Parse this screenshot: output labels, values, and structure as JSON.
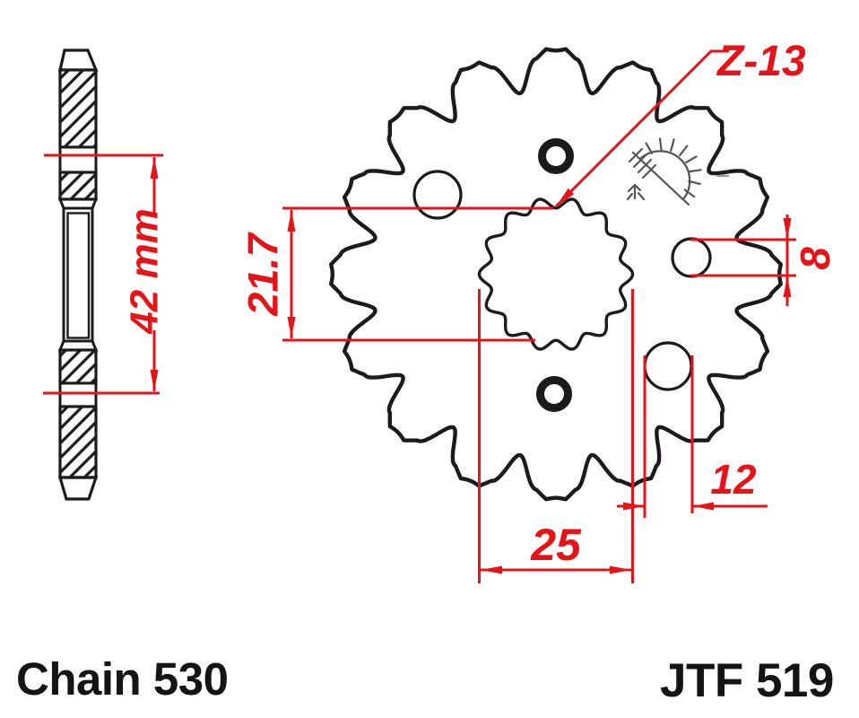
{
  "title": {
    "chain_label": "Chain 530",
    "part_number": "JTF 519"
  },
  "dimensions": {
    "teeth": "Z-13",
    "hub_width": "42 mm",
    "bore_across_flats": "21.7",
    "spline_outer": "25",
    "hole_large": "12",
    "hole_small": "8"
  },
  "colors": {
    "dimension_red": "#e61319",
    "outline_black": "#1b1b1b",
    "watermark_gray": "#555555",
    "background": "#ffffff"
  }
}
